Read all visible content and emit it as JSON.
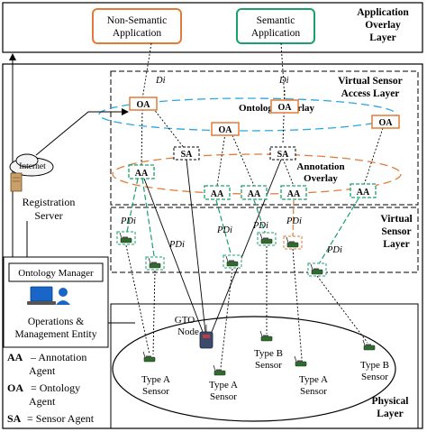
{
  "layers": {
    "application": [
      "Application",
      "Overlay",
      "Layer"
    ],
    "virtual_sensor_access": [
      "Virtual Sensor",
      "Access Layer"
    ],
    "virtual_sensor": [
      "Virtual",
      "Sensor",
      "Layer"
    ],
    "physical": [
      "Physical",
      "Layer"
    ]
  },
  "applications": {
    "non_semantic": [
      "Non-Semantic",
      "Application"
    ],
    "semantic": [
      "Semantic",
      "Application"
    ]
  },
  "overlays": {
    "ontology": "Ontology Overlay",
    "annotation": [
      "Annotation",
      "Overlay"
    ]
  },
  "agents": {
    "oa": "OA",
    "sa": "SA",
    "aa": "AA"
  },
  "links": {
    "di": "Di",
    "pdi": "PDi"
  },
  "infrastructure": {
    "internet": "Internet",
    "registration_server": [
      "Registration",
      "Server"
    ],
    "ontology_manager": "Ontology Manager",
    "operations_entity": [
      "Operations &",
      "Management Entity"
    ]
  },
  "nodes": {
    "gto": [
      "GTO",
      "Node"
    ],
    "type_a_left": [
      "Type A",
      "Sensor"
    ],
    "type_a_mid": [
      "Type A",
      "Sensor"
    ],
    "type_b_mid": [
      "Type B",
      "Sensor"
    ],
    "type_a_right": [
      "Type A",
      "Sensor"
    ],
    "type_b_right": [
      "Type B",
      "Sensor"
    ]
  },
  "legend": {
    "aa": {
      "abbr": "AA",
      "text": [
        "– Annotation",
        "Agent"
      ]
    },
    "oa": {
      "abbr": "OA",
      "text": [
        "= Ontology",
        "Agent"
      ]
    },
    "sa": {
      "abbr": "SA",
      "text": "= Sensor Agent"
    }
  },
  "colors": {
    "orange": "#e07b39",
    "green": "#1aa06b",
    "blue": "#2aa7e0",
    "black": "#000000"
  }
}
